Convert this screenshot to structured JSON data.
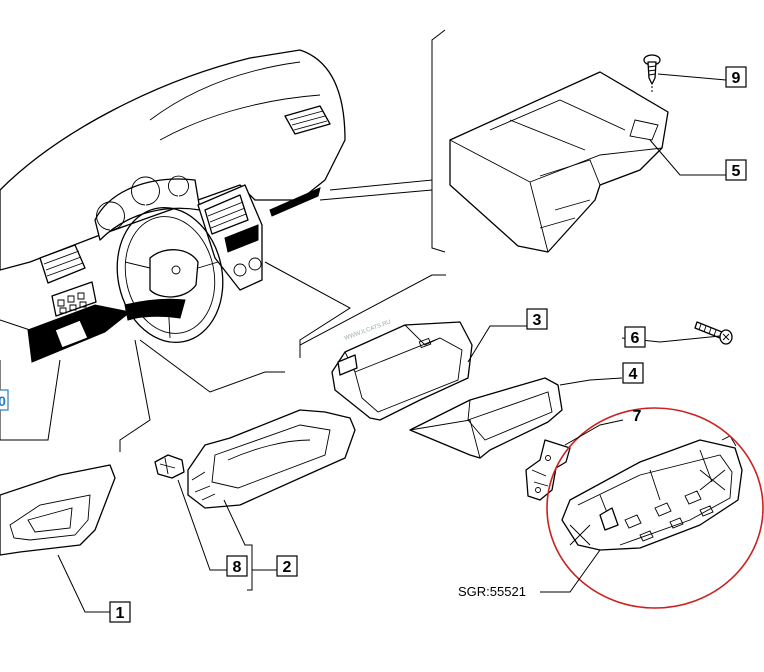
{
  "callouts": [
    {
      "label": "1"
    },
    {
      "label": "2"
    },
    {
      "label": "3"
    },
    {
      "label": "4"
    },
    {
      "label": "5"
    },
    {
      "label": "6"
    },
    {
      "label": "7"
    },
    {
      "label": "8"
    },
    {
      "label": "9"
    }
  ],
  "edge_label": "0",
  "reference_code": "SGR:55521",
  "watermark": "WWW.ILCATS.RU",
  "highlight_color": "#cc1f1f",
  "line_color": "#000000",
  "background_color": "#ffffff"
}
